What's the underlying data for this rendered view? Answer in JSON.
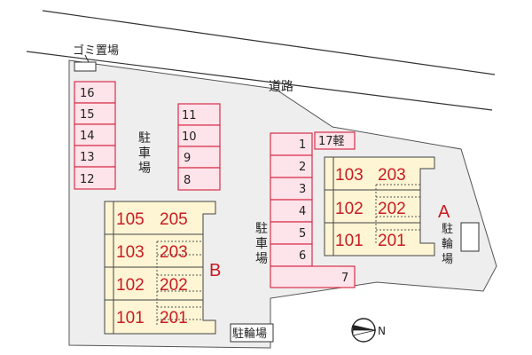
{
  "labels": {
    "road": "道路",
    "garbage": "ゴミ置場",
    "parking": "駐車場",
    "bike_parking": "駐輪場",
    "north": "N"
  },
  "parking_left_col": [
    "16",
    "15",
    "14",
    "13",
    "12"
  ],
  "parking_mid_col": [
    "11",
    "10",
    "9",
    "8"
  ],
  "parking_right_col": [
    "1",
    "2",
    "3",
    "4",
    "5",
    "6"
  ],
  "parking_extra": [
    "17軽",
    "7"
  ],
  "building_a": {
    "name": "A",
    "rows": [
      [
        "103",
        "203"
      ],
      [
        "102",
        "202"
      ],
      [
        "101",
        "201"
      ]
    ]
  },
  "building_b": {
    "name": "B",
    "rows": [
      [
        "105",
        "205"
      ],
      [
        "103",
        "203"
      ],
      [
        "102",
        "202"
      ],
      [
        "101",
        "201"
      ]
    ]
  },
  "colors": {
    "ground": "#eeeeee",
    "building": "#fdf5d3",
    "slot_fill": "#fde3ea",
    "slot_stroke": "#d8304a",
    "unit_text": "#c81c24"
  }
}
